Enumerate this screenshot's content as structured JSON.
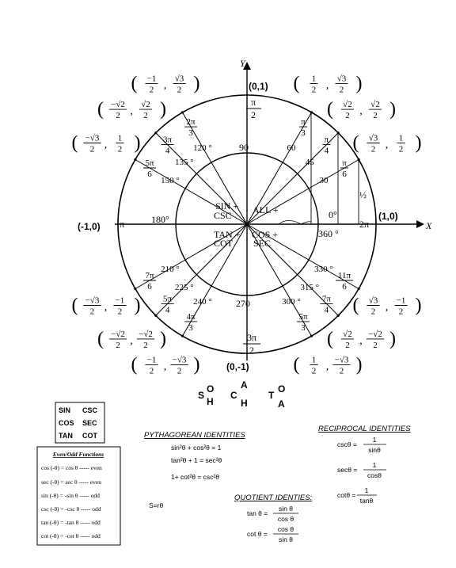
{
  "axes": {
    "x_label": "X",
    "y_label": "Y"
  },
  "axis_points": {
    "top": "(0,1)",
    "right": "(1,0)",
    "left": "(-1,0)",
    "bottom": "(0,-1)"
  },
  "axis_angles": {
    "deg_90": "90",
    "deg_180": "180°",
    "deg_270": "270",
    "deg_0": "0°",
    "deg_360": "360 °",
    "rad_pi_2": {
      "num": "π",
      "den": "2"
    },
    "rad_pi": "π",
    "rad_3pi_2": {
      "num": "3π",
      "den": "2"
    },
    "rad_2pi": "2π"
  },
  "quadrant_signs": {
    "q1": "ALL +",
    "q2a": "SIN +",
    "q2b": "CSC",
    "q3a": "TAN +",
    "q3b": "COT",
    "q4a": "COS +",
    "q4b": "SEC"
  },
  "angles": [
    {
      "deg": "30",
      "deg_text": "30",
      "rad_num": "π",
      "rad_den": "6",
      "coord": [
        "√3",
        "2",
        "1",
        "2"
      ]
    },
    {
      "deg": "45",
      "deg_text": "45",
      "rad_num": "π",
      "rad_den": "4",
      "coord": [
        "√2",
        "2",
        "√2",
        "2"
      ]
    },
    {
      "deg": "60",
      "deg_text": "60",
      "rad_num": "π",
      "rad_den": "3",
      "coord": [
        "1",
        "2",
        "√3",
        "2"
      ]
    },
    {
      "deg": "120",
      "deg_text": "120 °",
      "rad_num": "2π",
      "rad_den": "3",
      "coord": [
        "−1",
        "2",
        "√3",
        "2"
      ]
    },
    {
      "deg": "135",
      "deg_text": "135 °",
      "rad_num": "3π",
      "rad_den": "4",
      "coord": [
        "−√2",
        "2",
        "√2",
        "2"
      ]
    },
    {
      "deg": "150",
      "deg_text": "150 °",
      "rad_num": "5π",
      "rad_den": "6",
      "coord": [
        "−√3",
        "2",
        "1",
        "2"
      ]
    },
    {
      "deg": "210",
      "deg_text": "210 °",
      "rad_num": "7π",
      "rad_den": "6",
      "coord": [
        "−√3",
        "2",
        "−1",
        "2"
      ]
    },
    {
      "deg": "225",
      "deg_text": "225 °",
      "rad_num": "5π",
      "rad_den": "4",
      "coord": [
        "−√2",
        "2",
        "−√2",
        "2"
      ]
    },
    {
      "deg": "240",
      "deg_text": "240 °",
      "rad_num": "4π",
      "rad_den": "3",
      "coord": [
        "−1",
        "2",
        "−√3",
        "2"
      ]
    },
    {
      "deg": "300",
      "deg_text": "300 °",
      "rad_num": "5π",
      "rad_den": "3",
      "coord": [
        "1",
        "2",
        "−√3",
        "2"
      ]
    },
    {
      "deg": "315",
      "deg_text": "315 °",
      "rad_num": "7π",
      "rad_den": "4",
      "coord": [
        "√2",
        "2",
        "−√2",
        "2"
      ]
    },
    {
      "deg": "330",
      "deg_text": "330 °",
      "rad_num": "11π",
      "rad_den": "6",
      "coord": [
        "√3",
        "2",
        "−1",
        "2"
      ]
    }
  ],
  "handwriting": {
    "half_mark": "½"
  },
  "sohcahtoa": {
    "s": "S",
    "o1": "O",
    "h1": "H",
    "c": "C",
    "a1": "A",
    "h2": "H",
    "t": "T",
    "o2": "O",
    "a2": "A"
  },
  "trig_pairs": [
    [
      "SIN",
      "CSC"
    ],
    [
      "COS",
      "SEC"
    ],
    [
      "TAN",
      "COT"
    ]
  ],
  "even_odd": {
    "title": "Even/Odd Functions",
    "rows": [
      "cos (-θ) = cos θ ----- even",
      "sec (-θ) = sec θ ----- even",
      "sin (-θ) = -sin θ ----- odd",
      "csc (-θ) = -csc θ ----- odd",
      "tan (-θ) = -tan θ ----- odd",
      "cot (-θ) = -cot θ ----- odd"
    ]
  },
  "arc_length": "S=rθ",
  "pythagorean": {
    "title": "PYTHAGOREAN IDENTITIES",
    "lines": [
      "sin²θ + cos²θ =  1",
      "tan²θ + 1 = sec²θ",
      "1+ cot²θ = csc²θ"
    ]
  },
  "quotient": {
    "title": "QUOTIENT IDENTIES:",
    "tan": {
      "lhs": "tan θ =",
      "num": "sin θ",
      "den": "cos θ"
    },
    "cot": {
      "lhs": "cot θ =",
      "num": "cos θ",
      "den": "sin θ"
    }
  },
  "reciprocal": {
    "title": "RECIPROCAL IDENTITIES",
    "csc": {
      "lhs": "cscθ =",
      "num": "1",
      "den": "sinθ"
    },
    "sec": {
      "lhs": "secθ =",
      "num": "1",
      "den": "cosθ"
    },
    "cot": {
      "lhs": "cotθ =",
      "num": "1",
      "den": "tanθ"
    }
  }
}
